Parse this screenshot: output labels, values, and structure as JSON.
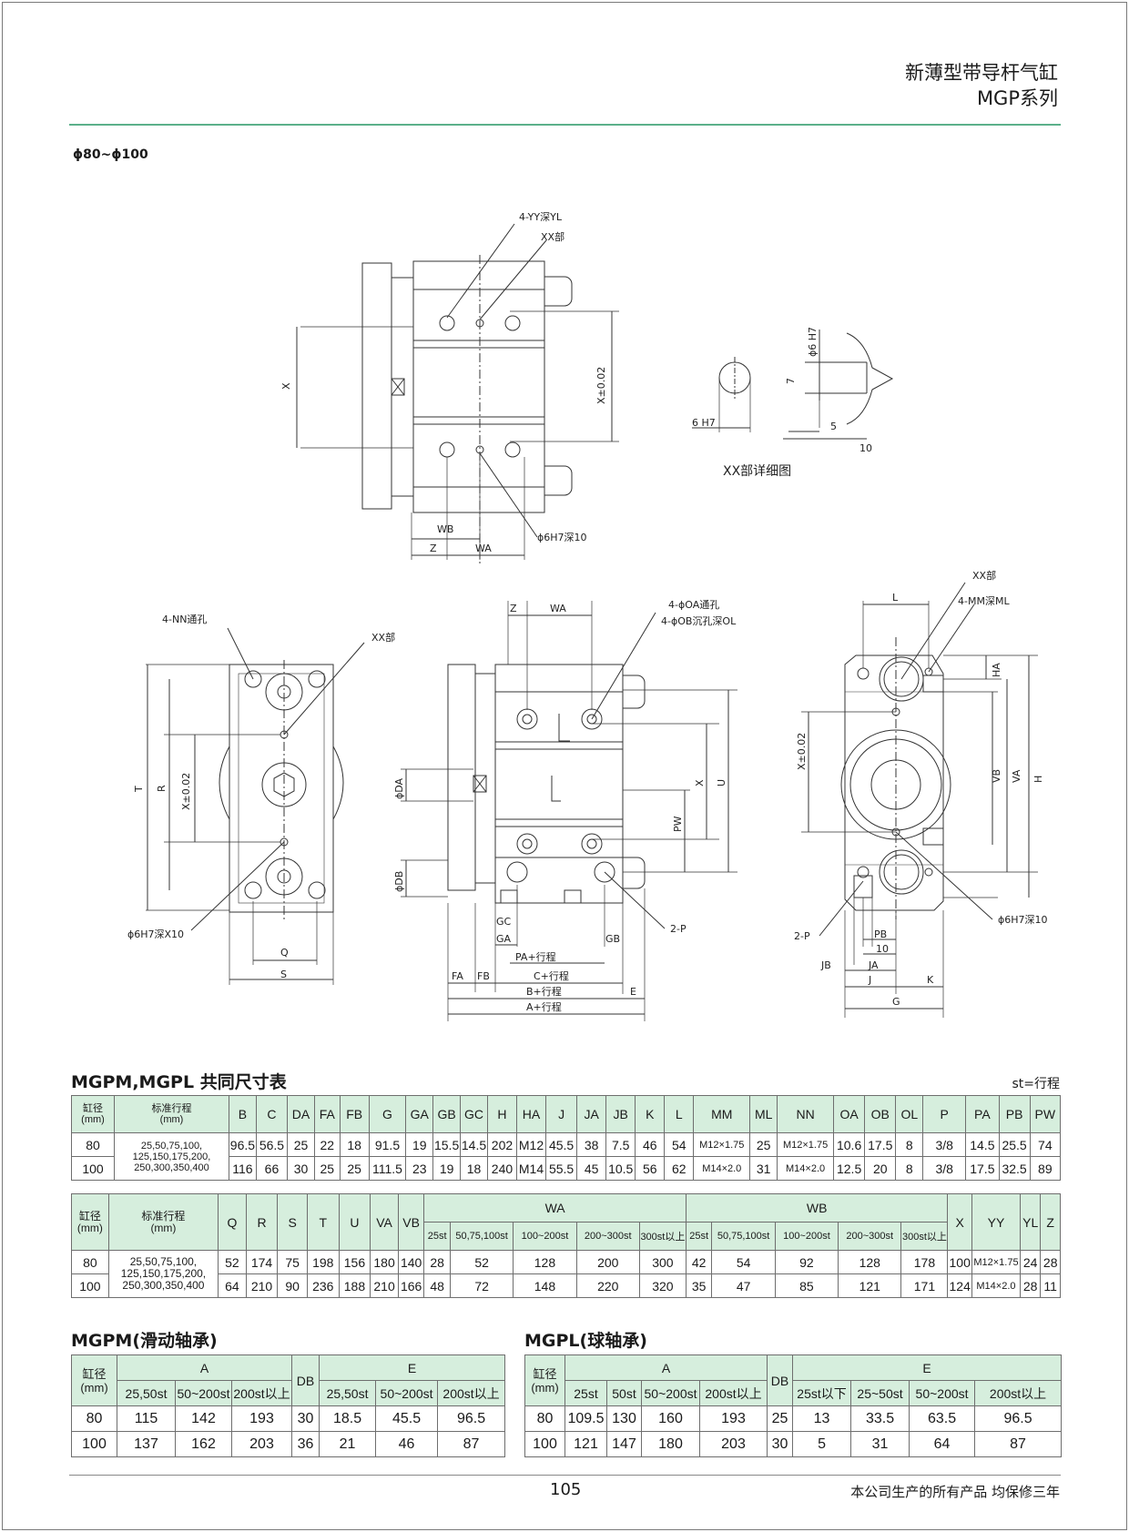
{
  "header": {
    "title": "新薄型带导杆气缸",
    "series": "MGP系列"
  },
  "range": "ϕ80~ϕ100",
  "drawing": {
    "top": {
      "callout_yy": "4-YY深YL",
      "callout_xx": "XX部",
      "dim_x": "X",
      "dim_x002": "X±0.02",
      "dim_wb": "WB",
      "dim_z": "Z",
      "dim_wa": "WA",
      "hole": "ϕ6H7深10"
    },
    "detail": {
      "caption": "XX部详细图",
      "d6h7": "ϕ6 H7",
      "h7": "6 H7",
      "d7": "7",
      "d5": "5",
      "d10": "10"
    },
    "left": {
      "nn": "4-NN通孔",
      "xx": "XX部",
      "t": "T",
      "r": "R",
      "x002": "X±0.02",
      "hole": "ϕ6H7深X10",
      "q": "Q",
      "s": "S"
    },
    "middle": {
      "z": "Z",
      "wa": "WA",
      "oa": "4-ϕOA通孔",
      "ob": "4-ϕOB沉孔深OL",
      "da": "ϕDA",
      "db": "ϕDB",
      "x": "X",
      "u": "U",
      "pw": "PW",
      "gc": "GC",
      "ga": "GA",
      "gb": "GB",
      "p": "2-P",
      "pa": "PA+行程",
      "fa": "FA",
      "fb": "FB",
      "c": "C+行程",
      "b": "B+行程",
      "e": "E",
      "a": "A+行程"
    },
    "right": {
      "l": "L",
      "xx": "XX部",
      "mm": "4-MM深ML",
      "ha": "HA",
      "x002": "X±0.02",
      "vb": "VB",
      "va": "VA",
      "h": "H",
      "hole": "ϕ6H7深10",
      "p": "2-P",
      "pb": "PB",
      "d10": "10",
      "jb": "JB",
      "ja": "JA",
      "j": "J",
      "k": "K",
      "g": "G"
    }
  },
  "table1": {
    "title": "MGPM,MGPL 共同尺寸表",
    "note": "st=行程",
    "headers": [
      "缸径\n(mm)",
      "标准行程\n(mm)",
      "B",
      "C",
      "DA",
      "FA",
      "FB",
      "G",
      "GA",
      "GB",
      "GC",
      "H",
      "HA",
      "J",
      "JA",
      "JB",
      "K",
      "L",
      "MM",
      "ML",
      "NN",
      "OA",
      "OB",
      "OL",
      "P",
      "PA",
      "PB",
      "PW"
    ],
    "strokes": "25,50,75,100,\n125,150,175,200,\n250,300,350,400",
    "rows": [
      {
        "bore": "80",
        "cells": [
          "96.5",
          "56.5",
          "25",
          "22",
          "18",
          "91.5",
          "19",
          "15.5",
          "14.5",
          "202",
          "M12",
          "45.5",
          "38",
          "7.5",
          "46",
          "54",
          "M12×1.75",
          "25",
          "M12×1.75",
          "10.6",
          "17.5",
          "8",
          "3/8",
          "14.5",
          "25.5",
          "74"
        ]
      },
      {
        "bore": "100",
        "cells": [
          "116",
          "66",
          "30",
          "25",
          "25",
          "111.5",
          "23",
          "19",
          "18",
          "240",
          "M14",
          "55.5",
          "45",
          "10.5",
          "56",
          "62",
          "M14×2.0",
          "31",
          "M14×2.0",
          "12.5",
          "20",
          "8",
          "3/8",
          "17.5",
          "32.5",
          "89"
        ]
      }
    ]
  },
  "table2": {
    "headers": [
      "缸径\n(mm)",
      "标准行程\n(mm)",
      "Q",
      "R",
      "S",
      "T",
      "U",
      "VA",
      "VB",
      "WA",
      "WB",
      "X",
      "YY",
      "YL",
      "Z"
    ],
    "wa_sub": [
      "25st",
      "50,75,100st",
      "100~200st",
      "200~300st",
      "300st以上"
    ],
    "wb_sub": [
      "25st",
      "50,75,100st",
      "100~200st",
      "200~300st",
      "300st以上"
    ],
    "strokes": "25,50,75,100,\n125,150,175,200,\n250,300,350,400",
    "rows": [
      {
        "bore": "80",
        "cells": [
          "52",
          "174",
          "75",
          "198",
          "156",
          "180",
          "140",
          "28",
          "52",
          "128",
          "200",
          "300",
          "42",
          "54",
          "92",
          "128",
          "178",
          "100",
          "M12×1.75",
          "24",
          "28"
        ]
      },
      {
        "bore": "100",
        "cells": [
          "64",
          "210",
          "90",
          "236",
          "188",
          "210",
          "166",
          "48",
          "72",
          "148",
          "220",
          "320",
          "35",
          "47",
          "85",
          "121",
          "171",
          "124",
          "M14×2.0",
          "28",
          "11"
        ]
      }
    ]
  },
  "table3": {
    "title": "MGPM(滑动轴承)",
    "headers": [
      "缸径\n(mm)",
      "A",
      "DB",
      "E"
    ],
    "a_sub": [
      "25,50st",
      "50~200st",
      "200st以上"
    ],
    "e_sub": [
      "25,50st",
      "50~200st",
      "200st以上"
    ],
    "rows": [
      {
        "cells": [
          "80",
          "115",
          "142",
          "193",
          "30",
          "18.5",
          "45.5",
          "96.5"
        ]
      },
      {
        "cells": [
          "100",
          "137",
          "162",
          "203",
          "36",
          "21",
          "46",
          "87"
        ]
      }
    ]
  },
  "table4": {
    "title": "MGPL(球轴承)",
    "headers": [
      "缸径\n(mm)",
      "A",
      "DB",
      "E"
    ],
    "a_sub": [
      "25st",
      "50st",
      "50~200st",
      "200st以上"
    ],
    "e_sub": [
      "25st以下",
      "25~50st",
      "50~200st",
      "200st以上"
    ],
    "rows": [
      {
        "cells": [
          "80",
          "109.5",
          "130",
          "160",
          "193",
          "25",
          "13",
          "33.5",
          "63.5",
          "96.5"
        ]
      },
      {
        "cells": [
          "100",
          "121",
          "147",
          "180",
          "203",
          "30",
          "5",
          "31",
          "64",
          "87"
        ]
      }
    ]
  },
  "footer": {
    "page": "105",
    "warranty": "本公司生产的所有产品 均保修三年"
  }
}
